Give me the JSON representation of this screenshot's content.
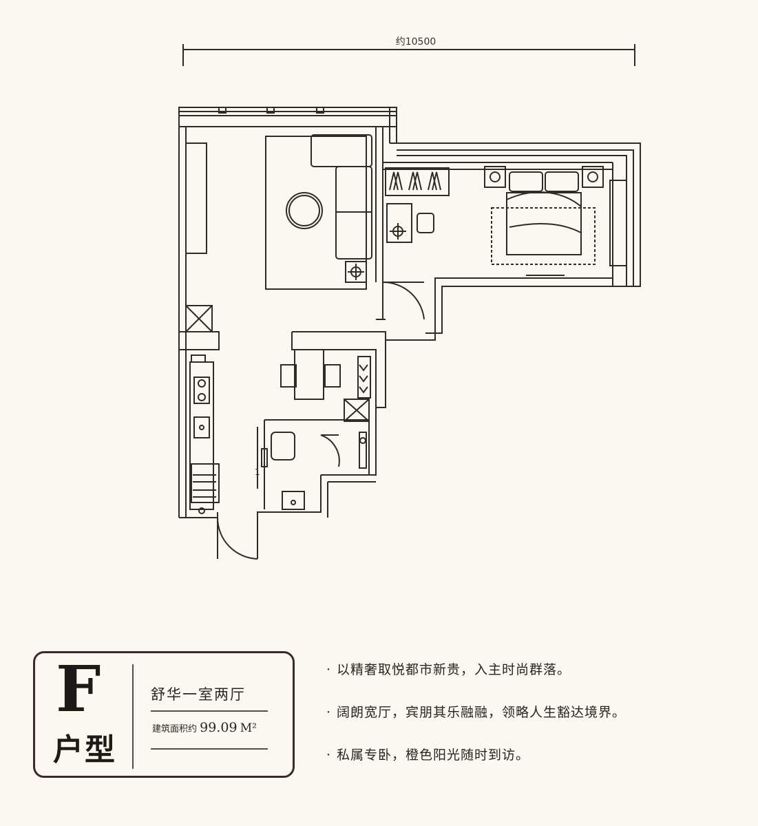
{
  "plan": {
    "dimension_label": "约10500",
    "door_mark": "1"
  },
  "card": {
    "letter": "F",
    "type_label": "户型",
    "name": "舒华一室两厅",
    "area_prefix": "建筑面积约",
    "area_value": "99.09",
    "area_unit": "M²"
  },
  "features": [
    "以精奢取悦都市新贵，入主时尚群落。",
    "阔朗宽厅，宾朋其乐融融，领略人生豁达境界。",
    "私属专卧，橙色阳光随时到访。"
  ],
  "colors": {
    "background": "#fbf8ef",
    "line": "#2f2a28",
    "card_border": "#3b2a24"
  }
}
